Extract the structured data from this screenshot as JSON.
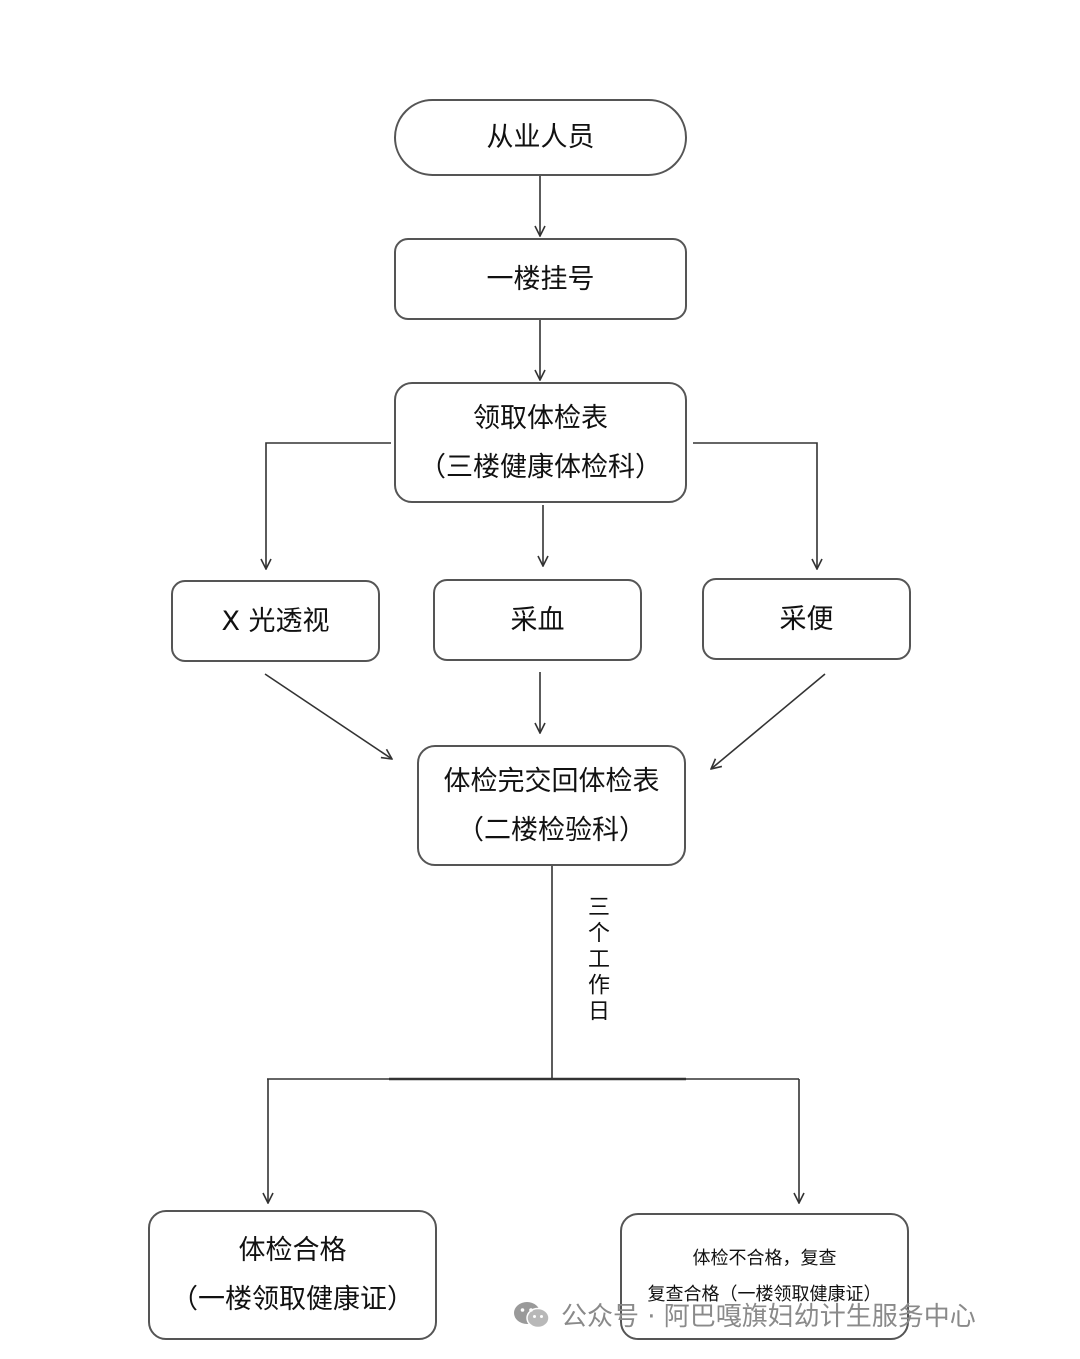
{
  "nodes": {
    "start": "从业人员",
    "register": "一楼挂号",
    "get_form": {
      "line1": "领取体检表",
      "line2": "（三楼健康体检科）"
    },
    "xray": "X 光透视",
    "blood": "采血",
    "stool": "采便",
    "return_form": {
      "line1": "体检完交回体检表",
      "line2": "（二楼检验科）"
    },
    "pass": {
      "line1": "体检合格",
      "line2": "（一楼领取健康证）"
    },
    "fail": {
      "line1": "体检不合格，复查",
      "line2": "复查合格（一楼领取健康证）"
    }
  },
  "side_label": "三个工作日",
  "watermark": "公众号 · 阿巴嘎旗妇幼计生服务中心",
  "colors": {
    "border": "#555555",
    "line": "#333333",
    "watermark": "#8a8a8a"
  }
}
